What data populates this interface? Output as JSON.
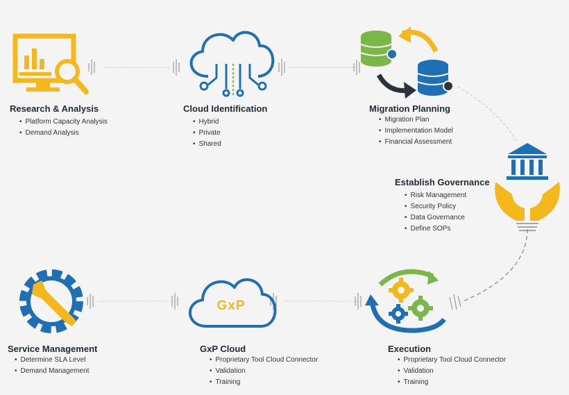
{
  "steps": {
    "research": {
      "title": "Research & Analysis",
      "items": [
        "Platform Capacity Analysis",
        "Demand Analysis"
      ]
    },
    "cloud_id": {
      "title": "Cloud Identification",
      "items": [
        "Hybrid",
        "Private",
        "Shared"
      ]
    },
    "migration": {
      "title": "Migration Planning",
      "items": [
        "Migration Plan",
        "Implementation Model",
        "Financial Assessment"
      ]
    },
    "governance": {
      "title": "Establish Governance",
      "items": [
        "Risk Management",
        "Security Policy",
        "Data Governance",
        "Define SOPs"
      ]
    },
    "execution": {
      "title": "Execution",
      "items": [
        "Proprietary Tool Cloud Connector",
        "Validation",
        "Training"
      ]
    },
    "gxp": {
      "title": "GxP Cloud",
      "items": [
        "Proprietary Tool Cloud Connector",
        "Validation",
        "Training"
      ],
      "logo_text": "GxP"
    },
    "service": {
      "title": "Service Management",
      "items": [
        "Determine SLA Level",
        "Demand Management"
      ]
    }
  },
  "icons": {
    "research": "monitor-magnifier-icon",
    "cloud_id": "cloud-circuit-icon",
    "migration": "database-migration-icon",
    "governance": "hands-bank-icon",
    "execution": "gears-cycle-icon",
    "gxp": "gxp-cloud-icon",
    "service": "gear-wrench-icon"
  },
  "colors": {
    "yellow": "#f4b81c",
    "blue": "#1f6fb5",
    "green": "#7ab648",
    "dark": "#2d3339",
    "connector": "#b8b8b8"
  }
}
